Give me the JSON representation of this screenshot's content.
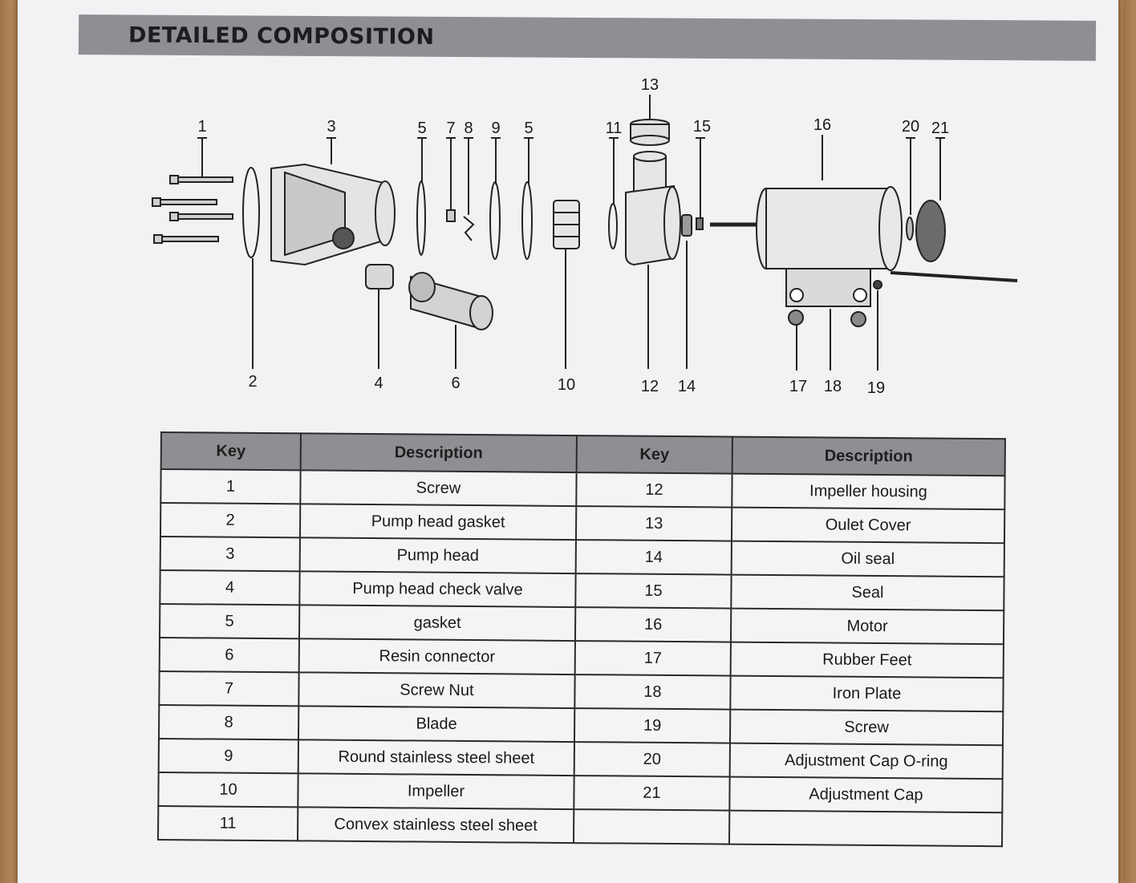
{
  "section_title": "DETAILED COMPOSITION",
  "diagram_labels": {
    "top": [
      "1",
      "3",
      "5",
      "7",
      "8",
      "9",
      "5",
      "13",
      "11",
      "15",
      "16",
      "20",
      "21"
    ],
    "bottom": [
      "2",
      "4",
      "6",
      "10",
      "12",
      "14",
      "17",
      "18",
      "19"
    ]
  },
  "table": {
    "headers": [
      "Key",
      "Description",
      "Key",
      "Description"
    ],
    "rows": [
      {
        "k1": "1",
        "d1": "Screw",
        "k2": "12",
        "d2": "Impeller housing"
      },
      {
        "k1": "2",
        "d1": "Pump head gasket",
        "k2": "13",
        "d2": "Oulet Cover"
      },
      {
        "k1": "3",
        "d1": "Pump head",
        "k2": "14",
        "d2": "Oil seal"
      },
      {
        "k1": "4",
        "d1": "Pump head check valve",
        "k2": "15",
        "d2": "Seal"
      },
      {
        "k1": "5",
        "d1": "gasket",
        "k2": "16",
        "d2": "Motor"
      },
      {
        "k1": "6",
        "d1": "Resin connector",
        "k2": "17",
        "d2": "Rubber Feet"
      },
      {
        "k1": "7",
        "d1": "Screw Nut",
        "k2": "18",
        "d2": "Iron Plate"
      },
      {
        "k1": "8",
        "d1": "Blade",
        "k2": "19",
        "d2": "Screw"
      },
      {
        "k1": "9",
        "d1": "Round stainless steel sheet",
        "k2": "20",
        "d2": "Adjustment Cap O-ring"
      },
      {
        "k1": "10",
        "d1": "Impeller",
        "k2": "21",
        "d2": "Adjustment Cap"
      },
      {
        "k1": "11",
        "d1": "Convex stainless steel sheet",
        "k2": "",
        "d2": ""
      }
    ]
  }
}
